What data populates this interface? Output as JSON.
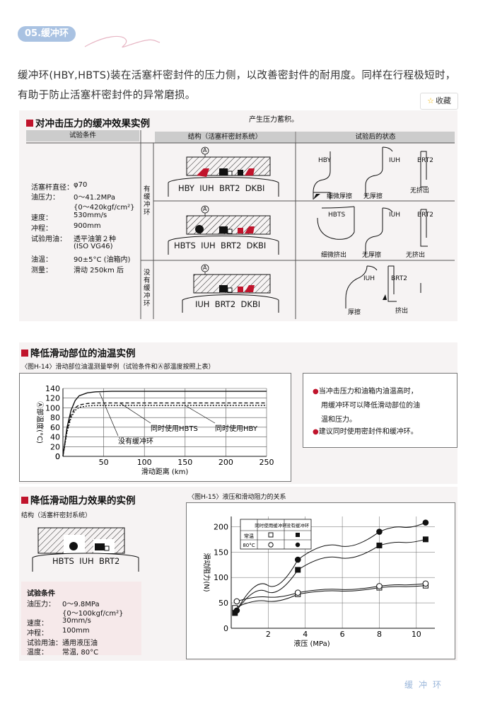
{
  "section": {
    "badge": "05.缓冲环"
  },
  "intro": "缓冲环(HBY,HBTS)装在活塞杆密封件的压力侧，以改善密封件的耐用度。同样在行程极短时，有助于防止活塞杆密封件的异常磨损。",
  "collect_label": "收藏",
  "panel1": {
    "title": "对冲击压力的缓冲效果实例",
    "note": "产生压力蓄积。",
    "headers": {
      "conditions": "试验条件",
      "structure": "结构（活塞杆密封系统）",
      "after": "试验后的状态"
    },
    "conditions": [
      {
        "k": "活塞杆直径：",
        "v": "φ70"
      },
      {
        "k": "油压力：",
        "v": "0～41.2MPa"
      },
      {
        "k": "",
        "v": "{0～420kgf/cm²}"
      },
      {
        "k": "速度：",
        "v": "530mm/s"
      },
      {
        "k": "冲程：",
        "v": "900mm"
      },
      {
        "k": "试验用油：",
        "v": "透平油第２种"
      },
      {
        "k": "",
        "v": "(ISO VG46)"
      },
      {
        "k": "油温：",
        "v": "90±5°C (油箱内)"
      },
      {
        "k": "测量：",
        "v": "滑动 250km 后"
      }
    ],
    "side_with": "有缓冲环",
    "side_without": "没有缓冲环",
    "mark_a": "A",
    "row1_labels": "HBY  IUH  BRT2  DKBI",
    "row2_labels": "HBTS  IUH  BRT2  DKBI",
    "row3_labels": "IUH  BRT2  DKBI",
    "row1_after": {
      "a": "HBY",
      "b": "IUH",
      "c": "BRT2",
      "d": "细微厚擦",
      "e": "无厚擦",
      "f": "无挤出"
    },
    "row2_after": {
      "a": "HBTS",
      "b": "IUH",
      "c": "BRT2",
      "d": "细微挤出",
      "e": "无厚擦",
      "f": "无挤出"
    },
    "row3_after": {
      "b": "IUH",
      "c": "BRT2",
      "d": "厚擦",
      "e": "挤出"
    }
  },
  "panel2": {
    "title": "降低滑动部位的油温实例",
    "subtitle": "〈图H-14〉滑动部位油温测量举例（试验条件和Ⓐ部温度按照上表）",
    "note_lines": [
      "当冲击压力和油箱内油温高时，",
      "用缓冲环可以降低滑动部位的油",
      "温和压力。",
      "建议同时使用密封件和缓冲环。"
    ]
  },
  "panel3": {
    "title": "降低滑动阻力效果的实例",
    "subtitle": "〈图H-15〉液压和滑动阻力的关系",
    "structure_label": "结构（活塞杆密封系统）",
    "labels": "HBTS  IUH  BRT2",
    "conditions_title": "试验条件",
    "conditions": [
      {
        "k": "油压力：",
        "v": "0～9.8MPa"
      },
      {
        "k": "",
        "v": "{0～100kgf/cm²}"
      },
      {
        "k": "速度：",
        "v": "30mm/s"
      },
      {
        "k": "冲程：",
        "v": "100mm"
      },
      {
        "k": "试验用油：",
        "v": "通用液压油"
      },
      {
        "k": "温度：",
        "v": "常温, 80°C"
      }
    ],
    "legend": {
      "h1": "同时使用缓冲环",
      "h2": "没有缓冲环",
      "r1": "常温",
      "r2": "80°C"
    }
  },
  "chart_data": [
    {
      "type": "line",
      "title": "",
      "xlabel": "滑动距离 (km)",
      "ylabel": "Ⓐ部温度(°C)",
      "xlim": [
        0,
        250
      ],
      "ylim": [
        0,
        140
      ],
      "xticks": [
        50,
        100,
        150,
        200,
        250
      ],
      "yticks": [
        0,
        20,
        40,
        60,
        80,
        100,
        120,
        140
      ],
      "series": [
        {
          "name": "没有缓冲环",
          "x": [
            0,
            5,
            10,
            15,
            20,
            30,
            40,
            60,
            100,
            250
          ],
          "y": [
            0,
            60,
            95,
            115,
            125,
            131,
            133,
            134,
            134,
            134
          ]
        },
        {
          "name": "同时使用HBTS",
          "x": [
            0,
            5,
            10,
            15,
            20,
            30,
            40,
            60,
            100,
            250
          ],
          "y": [
            0,
            55,
            85,
            100,
            106,
            109,
            110,
            110,
            110,
            110
          ]
        },
        {
          "name": "同时使用HBY",
          "x": [
            0,
            5,
            10,
            15,
            20,
            30,
            40,
            60,
            100,
            250
          ],
          "y": [
            0,
            50,
            80,
            95,
            101,
            104,
            105,
            105,
            105,
            105
          ]
        }
      ]
    },
    {
      "type": "scatter",
      "title": "",
      "xlabel": "液压 (MPa)",
      "ylabel": "滑动阻力(N)",
      "xlim": [
        0,
        11
      ],
      "ylim": [
        0,
        220
      ],
      "xticks": [
        2,
        4,
        6,
        8,
        10
      ],
      "yticks": [
        0,
        50,
        100,
        150,
        200
      ],
      "series": [
        {
          "name": "同时使用缓冲环 常温",
          "marker": "open-square",
          "x": [
            0.2,
            3.6,
            8.0,
            10.5
          ],
          "y": [
            40,
            67,
            80,
            84
          ]
        },
        {
          "name": "同时使用缓冲环 80°C",
          "marker": "open-circle",
          "x": [
            0.3,
            3.6,
            8.0,
            10.5
          ],
          "y": [
            53,
            70,
            83,
            88
          ]
        },
        {
          "name": "没有缓冲环 常温",
          "marker": "filled-square",
          "x": [
            0.2,
            3.6,
            8.0,
            10.5
          ],
          "y": [
            30,
            115,
            163,
            175
          ]
        },
        {
          "name": "没有缓冲环 80°C",
          "marker": "filled-circle",
          "x": [
            0.3,
            3.6,
            8.0,
            10.5
          ],
          "y": [
            35,
            135,
            190,
            208
          ]
        }
      ]
    }
  ],
  "footer": "缓冲环"
}
